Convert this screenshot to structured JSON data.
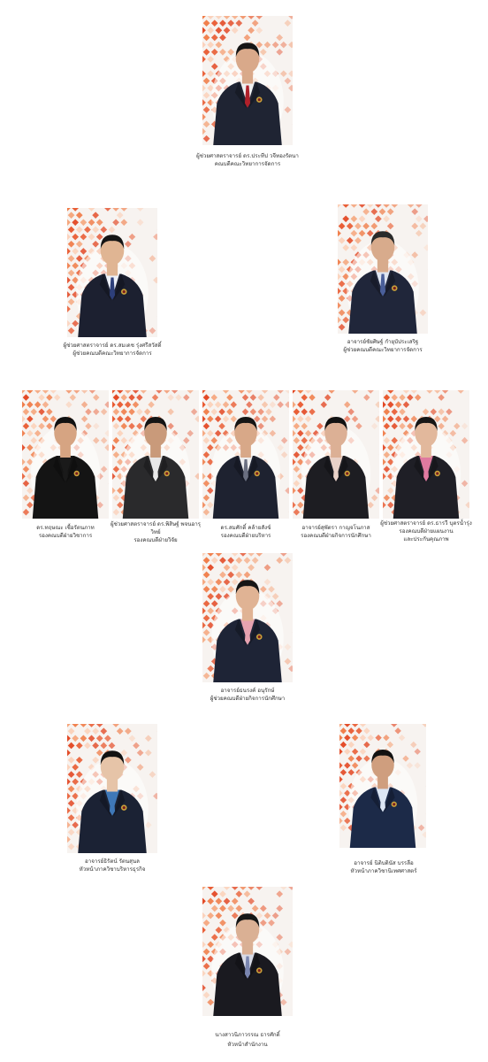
{
  "staff": [
    {
      "name": "ผู้ช่วยศาสตราจารย์ ดร.ประทีป วจีทองรัตนา",
      "role": "คณบดีคณะวิทยาการจัดการ",
      "suit": "#1f2433",
      "shirt": "#f0f0f0",
      "tie": "#b0202a",
      "hair": "#151515",
      "skin": "#d9a98a"
    },
    {
      "name": "ผู้ช่วยศาสตราจารย์ ดร.สมเดช รุ่งศรีสวัสดิ์",
      "role": "ผู้ช่วยคณบดีคณะวิทยาการจัดการ",
      "suit": "#1c2030",
      "shirt": "#eef1f8",
      "tie": "#2d3f7a",
      "hair": "#151515",
      "skin": "#e0b593"
    },
    {
      "name": "อาจารย์ชัยศิษฐ์ กำยุบัประเสริฐ",
      "role": "ผู้ช่วยคณบดีคณะวิทยาการจัดการ",
      "suit": "#20263a",
      "shirt": "#dfe6f2",
      "tie": "#4a5f9a",
      "hair": "#2a2a2a",
      "skin": "#d8ab8c"
    },
    {
      "name": "ดร.ทฤษณะ เชื้อรัตนภาท",
      "role": "รองคณบดีฝ่ายวิชาการ",
      "suit": "#141414",
      "shirt": "#1a1a1a",
      "tie": "#1a1a1a",
      "hair": "#111111",
      "skin": "#d6a482"
    },
    {
      "name": "ผู้ช่วยศาสตราจารย์ ดร.พิสิษฐ์ พจนอารุ",
      "name2": "วิทย์",
      "role": "รองคณบดีฝ่ายวิจัย",
      "suit": "#2a2a2c",
      "shirt": "#e8e8e8",
      "tie": "#e8e8e8",
      "hair": "#141414",
      "skin": "#c99a7a"
    },
    {
      "name": "ดร.สมศักดิ์ คล้ายสังข์",
      "role": "รองคณบดีฝ่ายบริหาร",
      "suit": "#1e2230",
      "shirt": "#eeeeee",
      "tie": "#6a6f80",
      "hair": "#151515",
      "skin": "#d8a888"
    },
    {
      "name": "อาจารย์สุพัตรา กาญจโนภาส",
      "role": "รองคณบดีฝ่ายกิจการนักศึกษา",
      "suit": "#1d1d22",
      "shirt": "#e9d2c8",
      "tie": "#e9d2c8",
      "hair": "#121212",
      "skin": "#dcb095"
    },
    {
      "name": "ผู้ช่วยศาสตราจารย์ ดร.ธารวี บุตรน้ำรุ่ง",
      "role": "รองคณบดีฝ่ายแผนงาน",
      "role2": "และประกันคุณภาพ",
      "suit": "#1f1f26",
      "shirt": "#e07aa0",
      "tie": "#e07aa0",
      "hair": "#161616",
      "skin": "#e2b89c"
    },
    {
      "name": "อาจารย์ธนรงค์ อนุรักษ์",
      "role": "ผู้ช่วยคณบดีฝ่ายกิจการนักศึกษา",
      "suit": "#1e2436",
      "shirt": "#e6a2b0",
      "tie": "#e6a2b0",
      "hair": "#161616",
      "skin": "#e0b394"
    },
    {
      "name": "อาจารย์ธิรัตน์ รัตนสุนล",
      "role": "หัวหน้าภาควิชาบริหารธุรกิจ",
      "suit": "#1b2234",
      "shirt": "#3f78b8",
      "tie": "#3f78b8",
      "hair": "#121212",
      "skin": "#e6c4a8"
    },
    {
      "name": "อาจารย์ นิติบดินัส บรรลือ",
      "role": "หัวหน้าภาควิชานิเทศศาสตร์",
      "suit": "#1c2a48",
      "shirt": "#dce6f4",
      "tie": "#dce6f4",
      "hair": "#121212",
      "skin": "#cf9e7e"
    },
    {
      "name": "นางสาวนิภาวรรณ ธารศักดิ์",
      "role": "หัวหน้าสำนักงาน",
      "suit": "#1a1a20",
      "shirt": "#d8dbe6",
      "tie": "#7a86b0",
      "hair": "#161616",
      "skin": "#dab094"
    }
  ]
}
